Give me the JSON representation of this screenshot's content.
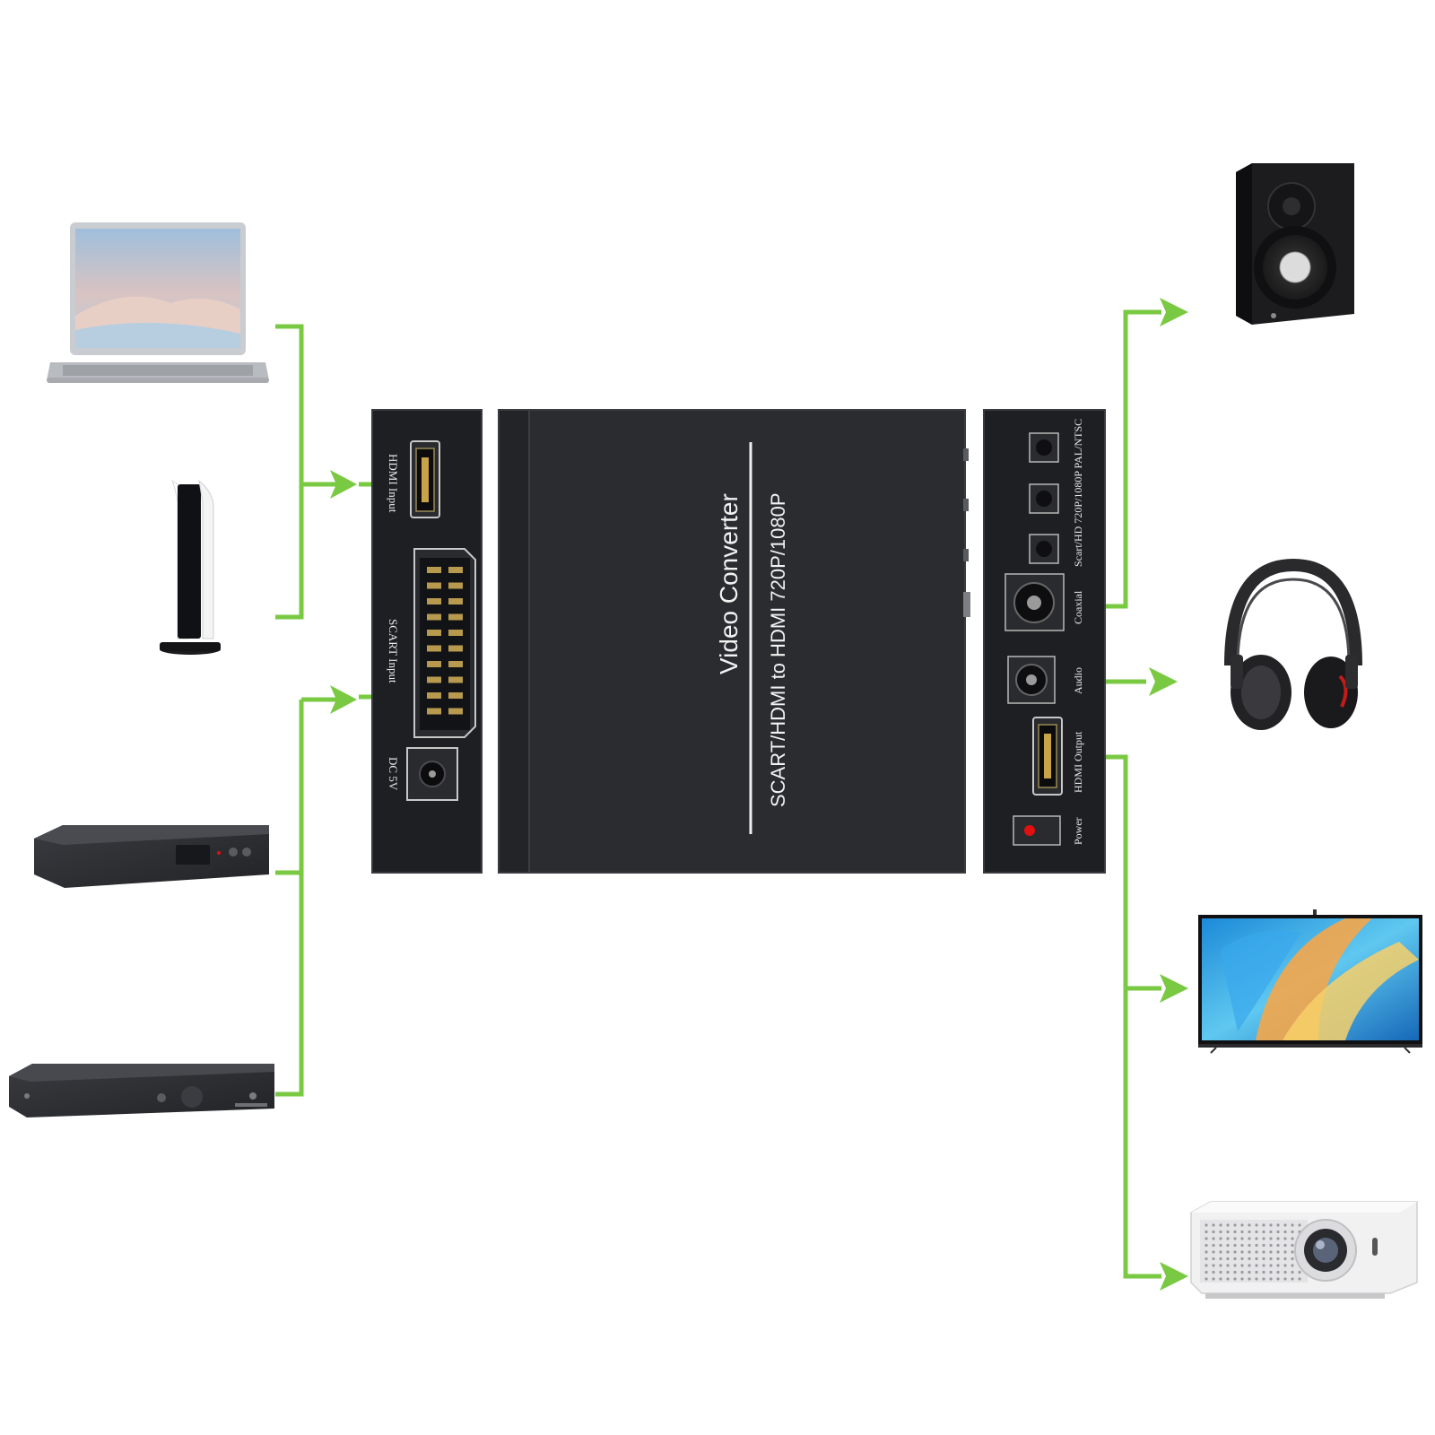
{
  "converter": {
    "title": "Video Converter",
    "subtitle": "SCART/HDMI to HDMI 720P/1080P"
  },
  "input_panel": {
    "hdmi_input_label": "HDMI Input",
    "scart_input_label": "SCART Input",
    "dc_label": "DC 5V"
  },
  "output_panel": {
    "mode_label": "Scart/HD  720P/1080P  PAL/NTSC",
    "coaxial_label": "Coaxial",
    "audio_label": "Audio",
    "hdmi_output_label": "HDMI Output",
    "power_label": "Power"
  },
  "colors": {
    "connector_line": "#7ac943",
    "device_body": "#2b2c30",
    "panel": "#1e1f23",
    "label_text": "#e8e8e8",
    "power_led": "#e01010"
  },
  "devices": {
    "sources": [
      "laptop-icon",
      "game-console-icon",
      "set-top-box-icon",
      "dvd-player-icon"
    ],
    "outputs": [
      "speaker-icon",
      "headphones-icon",
      "television-icon",
      "projector-icon"
    ]
  }
}
